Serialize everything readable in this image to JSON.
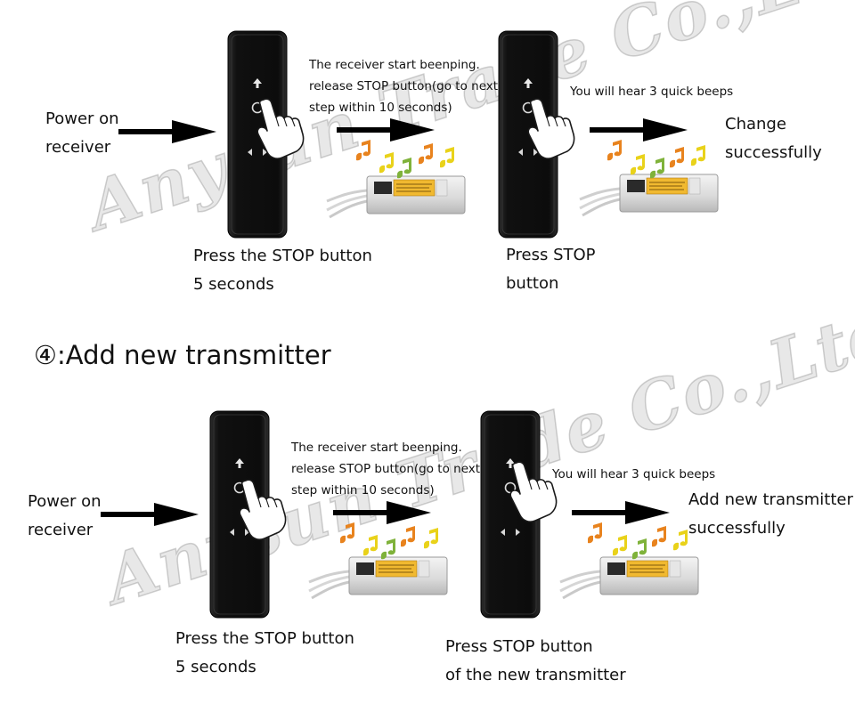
{
  "watermark": "Anysun Trade Co.,Ltd",
  "section_top": {
    "power_on": [
      "Power on",
      "receiver"
    ],
    "receiver_note": [
      "The receiver start beenping.",
      "release STOP button(go to next",
      "step within 10 seconds)"
    ],
    "press_stop_5s": [
      "Press the STOP button",
      "5 seconds"
    ],
    "press_stop": [
      "Press STOP",
      "button"
    ],
    "beeps": "You will hear 3 quick beeps",
    "result": [
      "Change",
      "successfully"
    ]
  },
  "section_title": "④:Add new transmitter",
  "section_bottom": {
    "power_on": [
      "Power on",
      "receiver"
    ],
    "receiver_note": [
      "The receiver start beenping.",
      "release STOP button(go to next",
      "step within 10 seconds)"
    ],
    "press_stop_5s": [
      "Press the STOP button",
      "5 seconds"
    ],
    "press_stop_new": [
      "Press STOP button",
      "of the new transmitter"
    ],
    "beeps": "You will hear 3 quick beeps",
    "result": [
      "Add new transmitter",
      "successfully"
    ]
  },
  "colors": {
    "remote": "#151515",
    "arrow": "#000000",
    "note_orange": "#e8831e",
    "note_yellow": "#e9d21a",
    "note_green": "#7fb23a"
  },
  "icons": [
    "remote-transmitter-icon",
    "hand-pointer-icon",
    "receiver-box-icon",
    "arrow-right-icon",
    "music-note-icon"
  ]
}
